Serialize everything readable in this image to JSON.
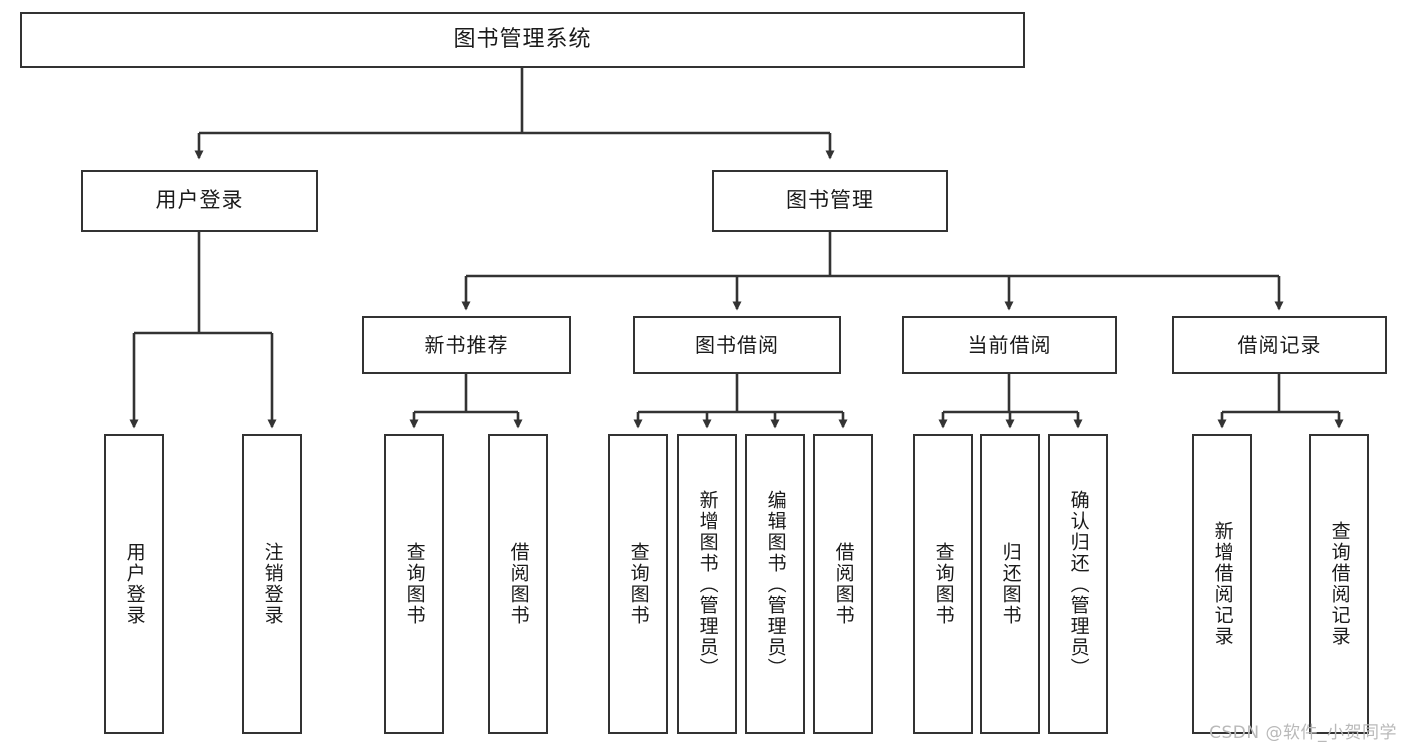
{
  "diagram": {
    "title": "图书管理系统",
    "watermark": "CSDN @软件_小贺同学",
    "colors": {
      "box_border": "#333333",
      "box_fill": "#ffffff",
      "edge": "#333333",
      "text": "#1a1a1a",
      "watermark": "#b9b9b9",
      "background": "#ffffff"
    },
    "root": {
      "label": "图书管理系统"
    },
    "level2": [
      {
        "label": "用户登录"
      },
      {
        "label": "图书管理"
      }
    ],
    "level3": [
      {
        "label": "新书推荐"
      },
      {
        "label": "图书借阅"
      },
      {
        "label": "当前借阅"
      },
      {
        "label": "借阅记录"
      }
    ],
    "leaves": {
      "user_login": [
        {
          "label": "用户登录"
        },
        {
          "label": "注销登录"
        }
      ],
      "new_book_recommend": [
        {
          "label": "查询图书"
        },
        {
          "label": "借阅图书"
        }
      ],
      "book_borrow": [
        {
          "label": "查询图书"
        },
        {
          "label": "新增图书（管理员）"
        },
        {
          "label": "编辑图书（管理员）"
        },
        {
          "label": "借阅图书"
        }
      ],
      "current_borrow": [
        {
          "label": "查询图书"
        },
        {
          "label": "归还图书"
        },
        {
          "label": "确认归还（管理员）"
        }
      ],
      "borrow_record": [
        {
          "label": "新增借阅记录"
        },
        {
          "label": "查询借阅记录"
        }
      ]
    }
  }
}
